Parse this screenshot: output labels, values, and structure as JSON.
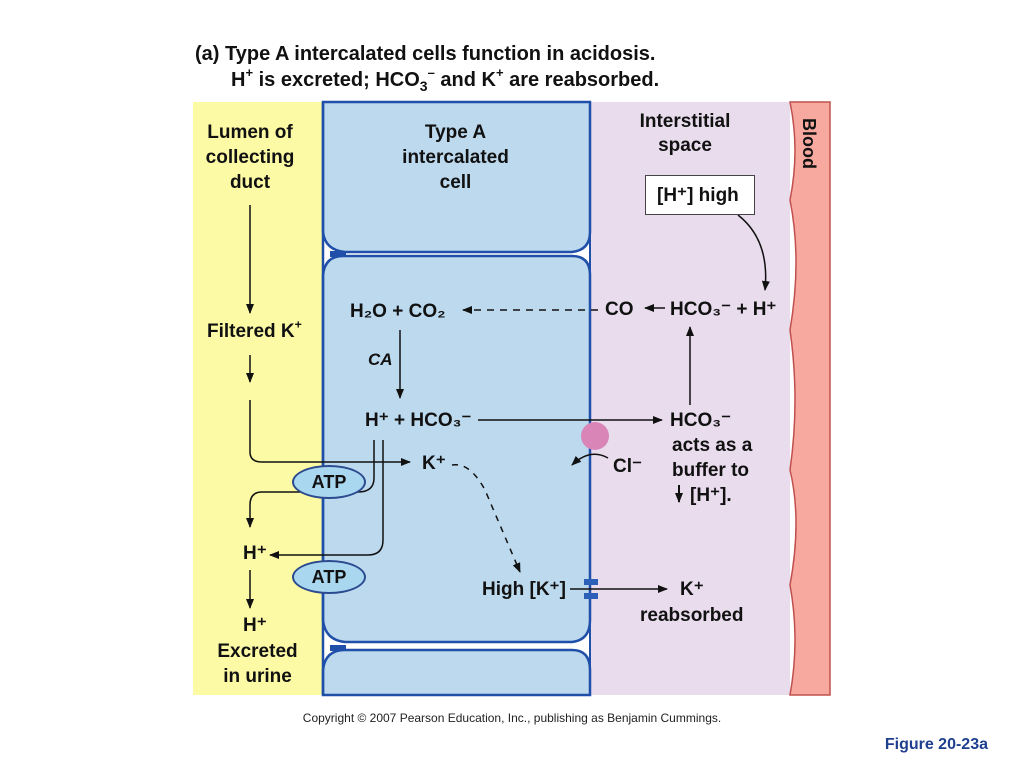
{
  "header": {
    "line1": "(a) Type A intercalated cells function in acidosis.",
    "line2_h": "H",
    "line2_plus": "+",
    "line2_a": " is excreted; HCO",
    "line2_sub": "3",
    "line2_minus": "–",
    "line2_b": " and K",
    "line2_plus2": "+",
    "line2_c": " are reabsorbed."
  },
  "regions": {
    "lumen": "Lumen of collecting duct",
    "cell": "Type A intercalated cell",
    "interstitial": "Interstitial space",
    "blood": "Blood"
  },
  "labels": {
    "h_high": "[H⁺] high",
    "filtered_k": "Filtered K",
    "h2o_co2": "H₂O + CO₂",
    "ca": "CA",
    "co": "CO",
    "hco3_h": "HCO₃⁻ + H⁺",
    "h_hco3": "H⁺ + HCO₃⁻",
    "hco3_buffer_1": "HCO₃⁻",
    "hco3_buffer_2": "acts as a",
    "hco3_buffer_3": "buffer to",
    "hco3_buffer_4": "[H⁺].",
    "k_cell": "K⁺",
    "cl": "Cl⁻",
    "atp1": "ATP",
    "atp2": "ATP",
    "h_mid": "H⁺",
    "h_bottom": "H⁺",
    "excreted_1": "Excreted",
    "excreted_2": "in urine",
    "high_k": "High [K⁺]",
    "k_reabsorbed_1": "K⁺",
    "k_reabsorbed_2": "reabsorbed",
    "plus_sign": "+"
  },
  "footer": {
    "copyright": "Copyright © 2007 Pearson Education, Inc., publishing as Benjamin Cummings.",
    "figure": "Figure 20-23a"
  },
  "colors": {
    "lumen": "#fdfaa6",
    "cell": "#bcd9ee",
    "interstitial": "#e8dced",
    "blood": "#f7a9a0",
    "membrane": "#1f4fa8",
    "transporter": "#d985b8"
  }
}
